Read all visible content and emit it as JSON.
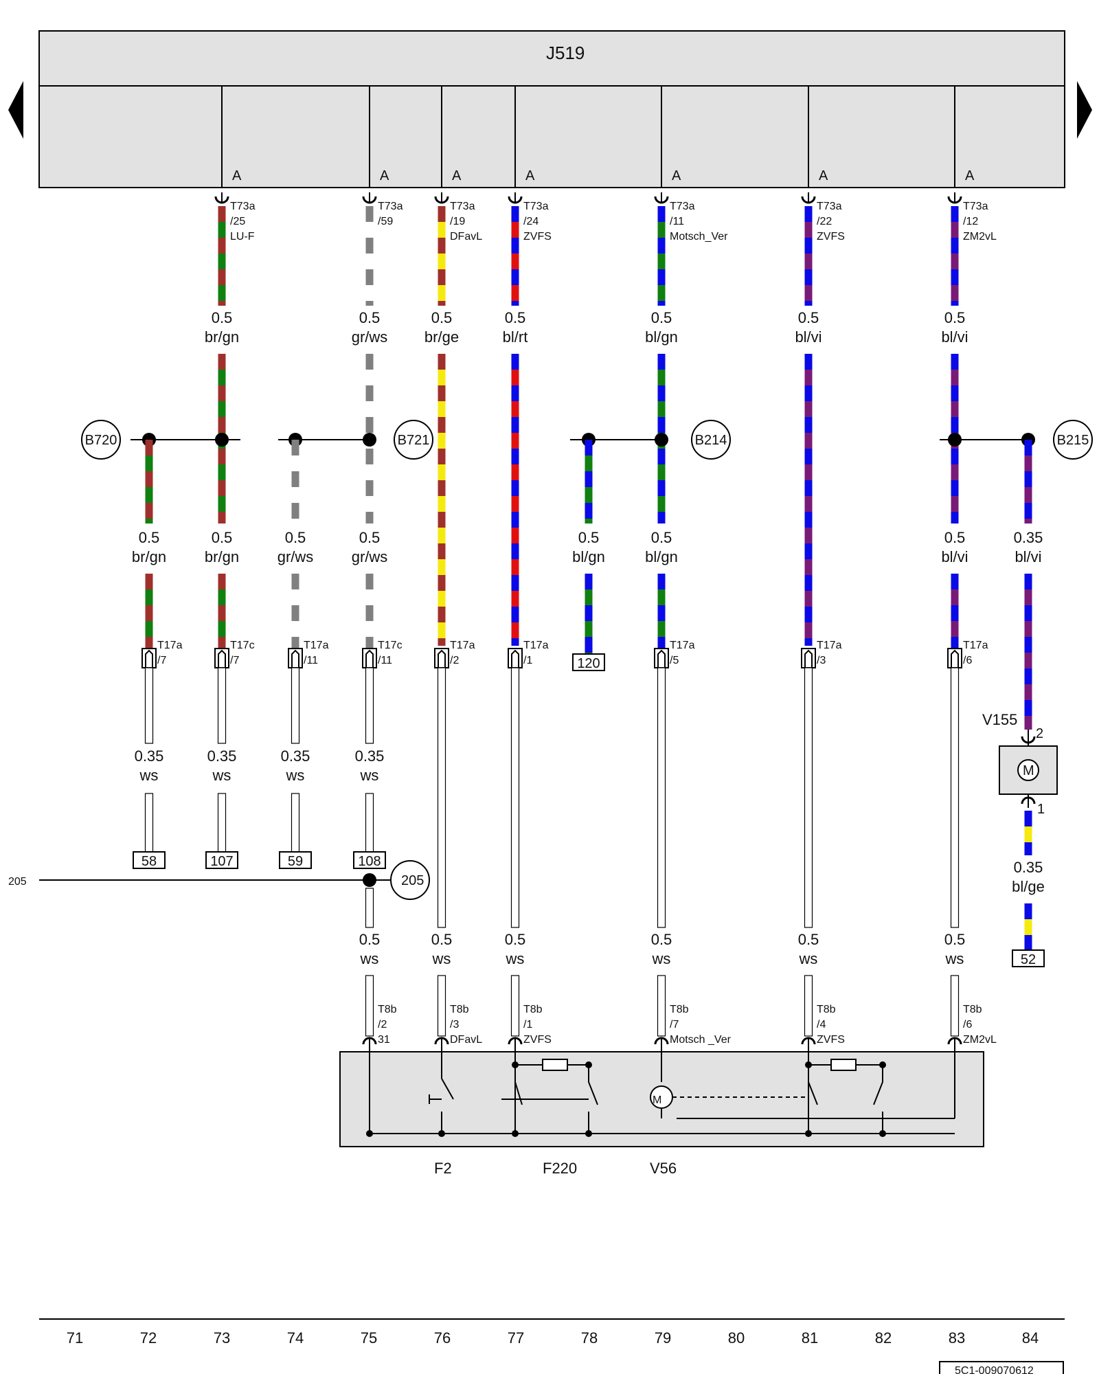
{
  "colors": {
    "br": "#a0302c",
    "gn": "#108010",
    "ge": "#f5ea10",
    "bl": "#0a0ae6",
    "rt": "#e01010",
    "vi": "#7a1a78",
    "gr": "#808080",
    "ws": "#ffffff",
    "panel": "#e2e2e2",
    "line": "#000000"
  },
  "header": {
    "control_unit": "J519",
    "pin_letter": "A",
    "top_pins": [
      {
        "conn": "T73a",
        "pin": "/25",
        "sig": "LU-F"
      },
      {
        "conn": "T73a",
        "pin": "/59",
        "sig": ""
      },
      {
        "conn": "T73a",
        "pin": "/19",
        "sig": "DFavL"
      },
      {
        "conn": "T73a",
        "pin": "/24",
        "sig": "ZVFS"
      },
      {
        "conn": "T73a",
        "pin": "/11",
        "sig": "Motsch_Ver"
      },
      {
        "conn": "T73a",
        "pin": "/22",
        "sig": "ZVFS"
      },
      {
        "conn": "T73a",
        "pin": "/12",
        "sig": "ZM2vL"
      }
    ]
  },
  "wires_row1": [
    {
      "size": "0.5",
      "color": "br/gn"
    },
    {
      "size": "0.5",
      "color": "gr/ws"
    },
    {
      "size": "0.5",
      "color": "br/ge"
    },
    {
      "size": "0.5",
      "color": "bl/rt"
    },
    {
      "size": "0.5",
      "color": "bl/gn"
    },
    {
      "size": "0.5",
      "color": "bl/vi"
    },
    {
      "size": "0.5",
      "color": "bl/vi"
    }
  ],
  "splices": [
    "B720",
    "B721",
    "B214",
    "B215"
  ],
  "wires_row2": [
    {
      "size": "0.5",
      "color": "br/gn"
    },
    {
      "size": "0.5",
      "color": "br/gn"
    },
    {
      "size": "0.5",
      "color": "gr/ws"
    },
    {
      "size": "0.5",
      "color": "gr/ws"
    },
    {
      "size": "0.5",
      "color": "bl/gn"
    },
    {
      "size": "0.5",
      "color": "bl/gn"
    },
    {
      "size": "0.5",
      "color": "bl/vi"
    },
    {
      "size": "0.35",
      "color": "bl/vi"
    }
  ],
  "t17_pins": [
    {
      "conn": "T17a",
      "pin": "/7"
    },
    {
      "conn": "T17c",
      "pin": "/7"
    },
    {
      "conn": "T17a",
      "pin": "/11"
    },
    {
      "conn": "T17c",
      "pin": "/11"
    },
    {
      "conn": "T17a",
      "pin": "/2"
    },
    {
      "conn": "T17a",
      "pin": "/1"
    },
    {
      "conn": "T17a",
      "pin": "/5"
    },
    {
      "conn": "T17a",
      "pin": "/3"
    },
    {
      "conn": "T17a",
      "pin": "/6"
    }
  ],
  "ref_120": "120",
  "wires_row3": [
    {
      "size": "0.35",
      "color": "ws"
    },
    {
      "size": "0.35",
      "color": "ws"
    },
    {
      "size": "0.35",
      "color": "ws"
    },
    {
      "size": "0.35",
      "color": "ws"
    }
  ],
  "refs_row3": [
    "58",
    "107",
    "59",
    "108"
  ],
  "ground": {
    "left_label": "205",
    "circle_label": "205"
  },
  "motor_v155": {
    "label": "V155",
    "pin_top": "2",
    "pin_bottom": "1",
    "motor_symbol": "M",
    "wire_size": "0.35",
    "wire_color": "bl/ge",
    "ref": "52"
  },
  "wires_row4": [
    {
      "size": "0.5",
      "color": "ws"
    },
    {
      "size": "0.5",
      "color": "ws"
    },
    {
      "size": "0.5",
      "color": "ws"
    },
    {
      "size": "0.5",
      "color": "ws"
    },
    {
      "size": "0.5",
      "color": "ws"
    },
    {
      "size": "0.5",
      "color": "ws"
    }
  ],
  "t8b_pins": [
    {
      "conn": "T8b",
      "pin": "/2",
      "sig": "31"
    },
    {
      "conn": "T8b",
      "pin": "/3",
      "sig": "DFavL"
    },
    {
      "conn": "T8b",
      "pin": "/1",
      "sig": "ZVFS"
    },
    {
      "conn": "T8b",
      "pin": "/7",
      "sig": "Motsch _Ver"
    },
    {
      "conn": "T8b",
      "pin": "/4",
      "sig": "ZVFS"
    },
    {
      "conn": "T8b",
      "pin": "/6",
      "sig": "ZM2vL"
    }
  ],
  "components": {
    "f2": "F2",
    "f220": "F220",
    "v56": "V56",
    "v56_motor": "M"
  },
  "track_numbers": [
    "71",
    "72",
    "73",
    "74",
    "75",
    "76",
    "77",
    "78",
    "79",
    "80",
    "81",
    "82",
    "83",
    "84"
  ],
  "doc_number": "5C1-009070612"
}
